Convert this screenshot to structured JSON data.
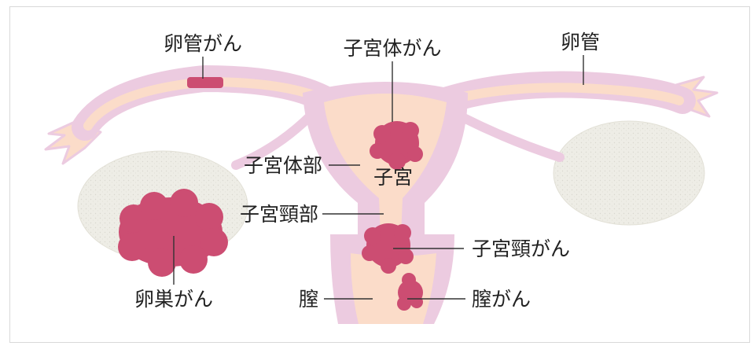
{
  "labels": {
    "fallopian_tube_cancer": "卵管がん",
    "uterine_body_cancer": "子宮体がん",
    "fallopian_tube": "卵管",
    "uterine_body": "子宮体部",
    "uterus": "子宮",
    "cervix": "子宮頸部",
    "cervical_cancer": "子宮頸がん",
    "ovarian_cancer": "卵巣がん",
    "vagina": "膣",
    "vaginal_cancer": "膣がん"
  },
  "colors": {
    "tissue_outer": "#eccbe0",
    "tissue_inner": "#fbdcc9",
    "tumor": "#cc4d72",
    "ovary": "#eeede6",
    "leader_line": "#333333"
  }
}
